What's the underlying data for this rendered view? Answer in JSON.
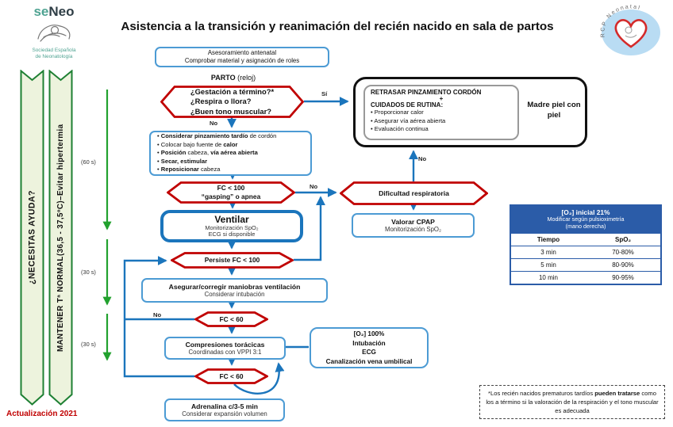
{
  "colors": {
    "accent_red": "#C00000",
    "line_blue": "#1B75BC",
    "box_blue": "#4C9BD4",
    "green": "#22A12E",
    "table_blue": "#2B5CA8"
  },
  "header": {
    "title": "Asistencia a la transición y reanimación del recién nacido en sala de partos",
    "logo": {
      "part1": "se",
      "part2": "Neo",
      "subtitle1": "Sociedad Española",
      "subtitle2": "de Neonatología"
    },
    "badge": {
      "arc_text": "RCP Neonatal"
    }
  },
  "ribbons": [
    {
      "segments": [
        {
          "t": "¿NECESITAS AYUDA?",
          "b": true
        }
      ]
    },
    {
      "segments": [
        {
          "t": "MANTENER Tª NORMAL ",
          "b": true
        },
        {
          "t": "(36,5 - 37,5ºC)",
          "b": false
        },
        {
          "t": " – ",
          "b": true
        },
        {
          "t": "Evitar hipertermia",
          "b": true
        }
      ]
    }
  ],
  "timeline": {
    "l1": "(60 s)",
    "l2": "(30 s)",
    "l3": "(30 s)"
  },
  "labels": {
    "si": "Sí",
    "no": "No"
  },
  "flow": {
    "asesoramiento": {
      "line1": "Asesoramiento antenatal",
      "line2": "Comprobar material y asignación de roles"
    },
    "parto": {
      "bold": "PARTO",
      "rest": " (reloj)"
    },
    "d_gestacion": {
      "lines": [
        "¿Gestación a término?*",
        "¿Respira o llora?",
        "¿Buen tono muscular?"
      ]
    },
    "retrasar": {
      "title": "RETRASAR PINZAMIENTO CORDÓN",
      "plus": "+",
      "subtitle": "CUIDADOS DE RUTINA:",
      "bullets": [
        "Proporcionar calor",
        "Asegurar vía aérea abierta",
        "Evaluación continua"
      ],
      "madre": "Madre piel con piel"
    },
    "consideraciones": {
      "bullets": [
        [
          {
            "t": "Considerar pinzamiento tardío",
            "b": true
          },
          {
            "t": " de cordón",
            "b": false
          }
        ],
        [
          {
            "t": "Colocar bajo fuente de ",
            "b": false
          },
          {
            "t": "calor",
            "b": true
          }
        ],
        [
          {
            "t": "Posición",
            "b": true
          },
          {
            "t": " cabeza, ",
            "b": false
          },
          {
            "t": "vía aérea abierta",
            "b": true
          }
        ],
        [
          {
            "t": "Secar, estimular",
            "b": true
          }
        ],
        [
          {
            "t": "Reposicionar",
            "b": true
          },
          {
            "t": " cabeza",
            "b": false
          }
        ]
      ]
    },
    "d_fc100": {
      "lines": [
        "FC < 100",
        "“gasping” o apnea"
      ]
    },
    "d_dificultad": {
      "text": "Dificultad respiratoria"
    },
    "valorar": {
      "title": "Valorar CPAP",
      "line2": "Monitorización SpO₂"
    },
    "ventilar": {
      "title": "Ventilar",
      "line2": "Monitorización SpO₂",
      "line3": "ECG si disponible"
    },
    "d_persiste": {
      "text": "Persiste FC < 100"
    },
    "asegurar": {
      "title": "Asegurar/corregir maniobras ventilación",
      "line2": "Considerar intubación"
    },
    "d_fc60_a": {
      "text": "FC < 60"
    },
    "compresiones": {
      "title": "Compresiones torácicas",
      "line2": "Coordinadas con VPPI 3:1"
    },
    "o2box": {
      "lines": [
        "[O₂] 100%",
        "Intubación",
        "ECG",
        "Canalización vena umbilical"
      ]
    },
    "d_fc60_b": {
      "text": "FC < 60"
    },
    "adrenalina": {
      "title": "Adrenalina c/3-5 min",
      "line2": "Considerar expansión volumen"
    }
  },
  "spo2_table": {
    "title": "[O₂] inicial 21%",
    "subtitle": "Modificar según pulsioximetría",
    "subtitle2": "(mano derecha)",
    "col_time": "Tiempo",
    "col_spo2": "SpO₂",
    "rows": [
      {
        "time": "3 min",
        "spo2": "70-80%"
      },
      {
        "time": "5 min",
        "spo2": "80-90%"
      },
      {
        "time": "10 min",
        "spo2": "90-95%"
      }
    ]
  },
  "footnote": {
    "segments": [
      {
        "t": "*Los recién nacidos prematuros tardíos ",
        "b": false
      },
      {
        "t": "pueden tratarse",
        "b": true
      },
      {
        "t": " como los a término si la valoración de la respiración y el tono muscular es adecuada",
        "b": false
      }
    ]
  },
  "footer": {
    "update": "Actualización 2021"
  }
}
